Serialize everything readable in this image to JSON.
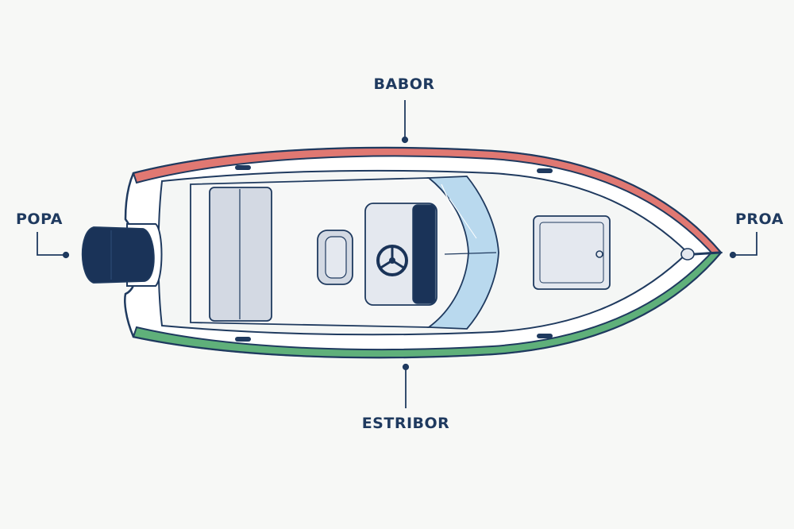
{
  "labels": {
    "port": "BABOR",
    "starboard": "ESTRIBOR",
    "stern": "POPA",
    "bow": "PROA"
  },
  "colors": {
    "outline": "#1f3a5f",
    "port_side": "#e07872",
    "starboard_side": "#5fb07a",
    "deck": "#f4f6f5",
    "hull": "#ffffff",
    "seat": "#d3d9e3",
    "windshield": "#b9d9ee",
    "engine": "#1a3358",
    "background": "#f7f8f6"
  }
}
